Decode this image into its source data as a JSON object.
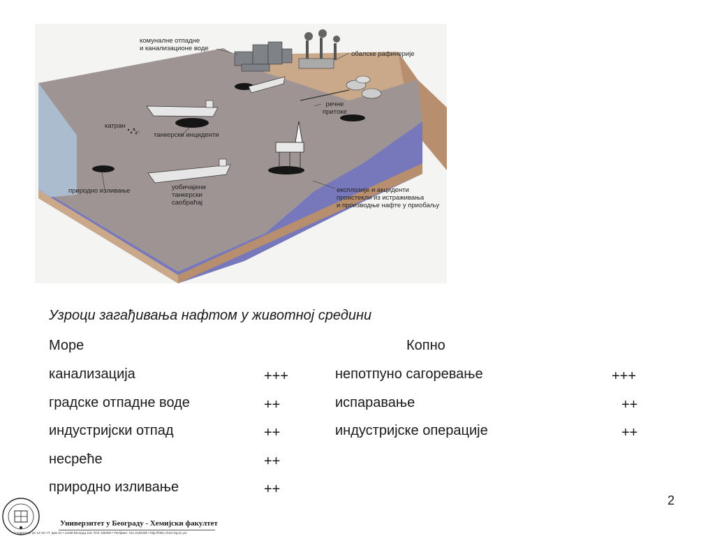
{
  "figure": {
    "labels": {
      "sewage": [
        "комуналне отпадне",
        "и канализационе воде"
      ],
      "refineries": "обалске рафинерије",
      "rivers": [
        "речне",
        "притоке"
      ],
      "tar": "катран",
      "tanker_incidents": "танкерски инциденти",
      "explosions": [
        "експлозије и акциденти",
        "проистекли из истраживања",
        "и производње нафте у приобаљу"
      ],
      "natural_leaks": "природно изливање",
      "tanker_traffic": [
        "уобичајени",
        "танкерски",
        "саобраћај"
      ]
    }
  },
  "caption": "Узроци загађивања нафтом у животној средини",
  "columns": {
    "sea": "Море",
    "land": "Копно"
  },
  "sea_items": [
    {
      "label": "канализација",
      "score": "+++"
    },
    {
      "label": "градске отпадне воде",
      "score": "++"
    },
    {
      "label": "индустријски отпад",
      "score": "++"
    },
    {
      "label": "несреће",
      "score": "++"
    },
    {
      "label": "природно изливање",
      "score": "++"
    }
  ],
  "land_items": [
    {
      "label": "непотпуно сагоревање",
      "score": "+++"
    },
    {
      "label": "испаравање",
      "score": "++"
    },
    {
      "label": "индустријске операције",
      "score": "++"
    }
  ],
  "page_number": "2",
  "footer": {
    "institution": "Универзитет у Београду - Хемијски факултет",
    "address": "Студентски трг 12-16 • П. фах 51 • 11158 Београд 118, ПАК 105305 • Тел/факс: 011-2184330 • http://helix.chem.bg.ac.yu/"
  }
}
